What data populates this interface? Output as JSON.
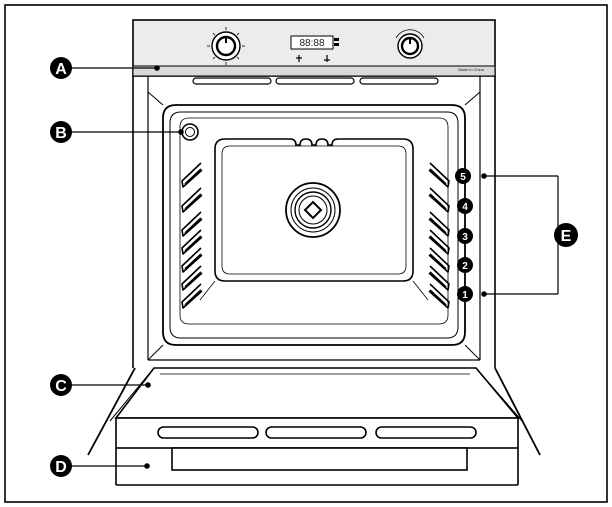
{
  "callouts": {
    "a": "A",
    "b": "B",
    "c": "C",
    "d": "D",
    "e": "E"
  },
  "shelf_levels": [
    "5",
    "4",
    "3",
    "2",
    "1"
  ],
  "control_panel": {
    "display_text": "88:88",
    "brand_text": "Made in China"
  },
  "colors": {
    "outline": "#000000",
    "panel": "#e9e9e9",
    "background": "#ffffff"
  }
}
